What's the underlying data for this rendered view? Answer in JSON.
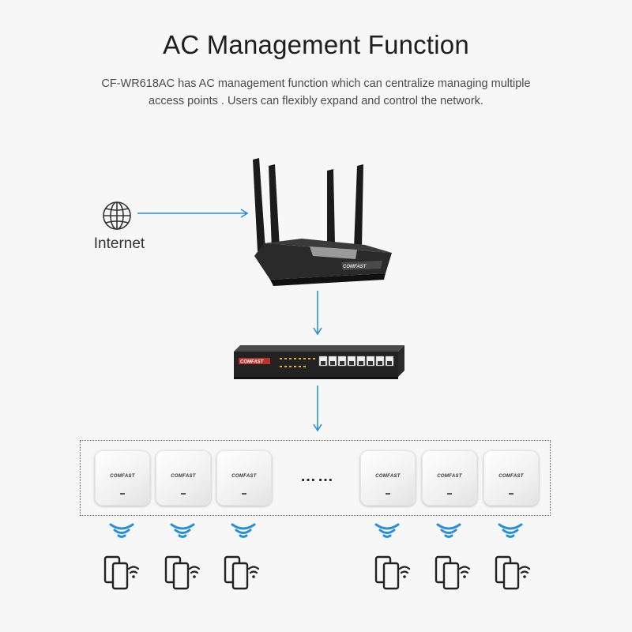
{
  "header": {
    "title": "AC Management Function",
    "description_line1": "CF-WR618AC has AC management function which can centralize managing multiple",
    "description_line2": "access points . Users can flexibly expand and control the network."
  },
  "internet": {
    "label": "Internet",
    "icon": "globe-icon"
  },
  "router": {
    "brand": "COMFAST"
  },
  "switch": {
    "brand": "COMFAST",
    "port_count": 8
  },
  "access_points": {
    "brand": "COMFAST",
    "ellipsis": "……",
    "left_group_count": 3,
    "right_group_count": 3
  },
  "colors": {
    "arrow": "#2a8fd6",
    "wifi": "#2a8fd6",
    "device": "#222222",
    "background": "#f7f7f7"
  }
}
